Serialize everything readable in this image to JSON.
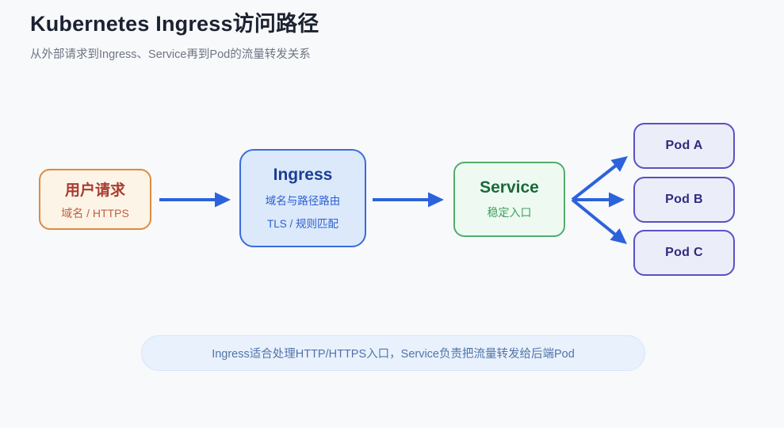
{
  "page": {
    "title": "Kubernetes Ingress访问路径",
    "subtitle": "从外部请求到Ingress、Service再到Pod的流量转发关系"
  },
  "diagram": {
    "user": {
      "title": "用户请求",
      "subtitle": "域名 / HTTPS"
    },
    "ingress": {
      "title": "Ingress",
      "line1": "域名与路径路由",
      "line2": "TLS / 规则匹配"
    },
    "service": {
      "title": "Service",
      "subtitle": "稳定入口"
    },
    "pods": [
      {
        "label": "Pod A"
      },
      {
        "label": "Pod B"
      },
      {
        "label": "Pod C"
      }
    ]
  },
  "note": {
    "text": "Ingress适合处理HTTP/HTTPS入口，Service负责把流量转发给后端Pod"
  },
  "colors": {
    "page-bg": "#f8f9fb",
    "title-text": "#1b2230",
    "subtitle-text": "#6e7582",
    "arrow": "#2c63dc",
    "user-border": "#df8a3e",
    "user-bg": "#fdf4e8",
    "user-title": "#a93c2f",
    "user-sub": "#bf5f3e",
    "ingress-border": "#3a6cd9",
    "ingress-bg": "#dbe9fb",
    "ingress-title": "#1c3e92",
    "ingress-text": "#2e5ed2",
    "service-border": "#4fae6b",
    "service-bg": "#eefaf1",
    "service-title": "#196a3b",
    "service-sub": "#3f9e61",
    "pod-border": "#5a50c5",
    "pod-bg": "#ebedf8",
    "pod-text": "#2f2a80",
    "note-bg": "#e9f1fd",
    "note-border": "#d8e5fa",
    "note-text": "#5074a9"
  }
}
